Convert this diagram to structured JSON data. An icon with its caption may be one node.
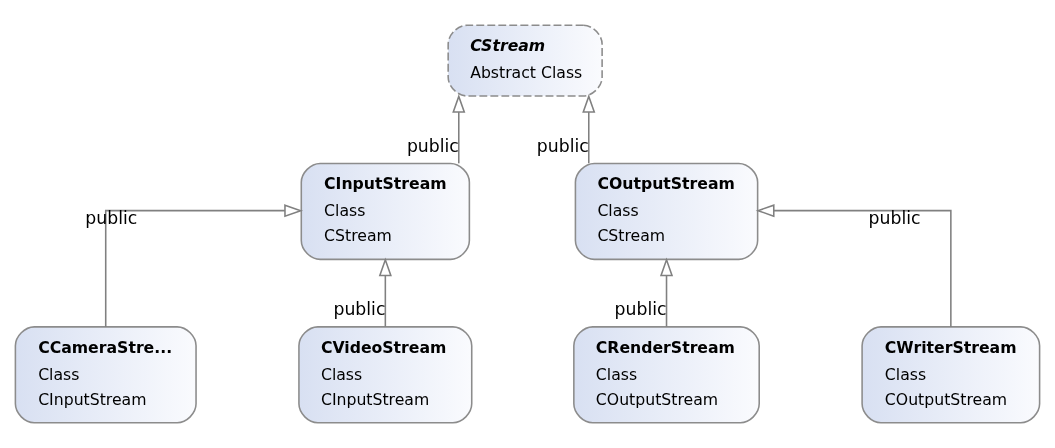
{
  "diagram": {
    "nodes": [
      {
        "text": [
          "CStream",
          "Abstract Class"
        ]
      },
      {
        "text": [
          "CInputStream",
          "Class",
          "CStream"
        ]
      },
      {
        "text": [
          "COutputStream",
          "Class",
          "CStream"
        ]
      },
      {
        "text": [
          "CCameraStre...",
          "Class",
          "CInputStream"
        ]
      },
      {
        "text": [
          "CVideoStream",
          "Class",
          "CInputStream"
        ]
      },
      {
        "text": [
          "CRenderStream",
          "Class",
          "COutputStream"
        ]
      },
      {
        "text": [
          "CWriterStream",
          "Class",
          "COutputStream"
        ]
      }
    ],
    "edges": [
      {
        "from": 1,
        "to": 0,
        "arrow": "to",
        "label": "public"
      },
      {
        "from": 2,
        "to": 0,
        "arrow": "to",
        "label": "public"
      },
      {
        "from": 3,
        "to": 1,
        "arrow": "to",
        "label": "public"
      },
      {
        "from": 4,
        "to": 1,
        "arrow": "to",
        "label": "public"
      },
      {
        "from": 5,
        "to": 2,
        "arrow": "to",
        "label": "public"
      },
      {
        "from": 6,
        "to": 2,
        "arrow": "to",
        "label": "public"
      }
    ]
  }
}
